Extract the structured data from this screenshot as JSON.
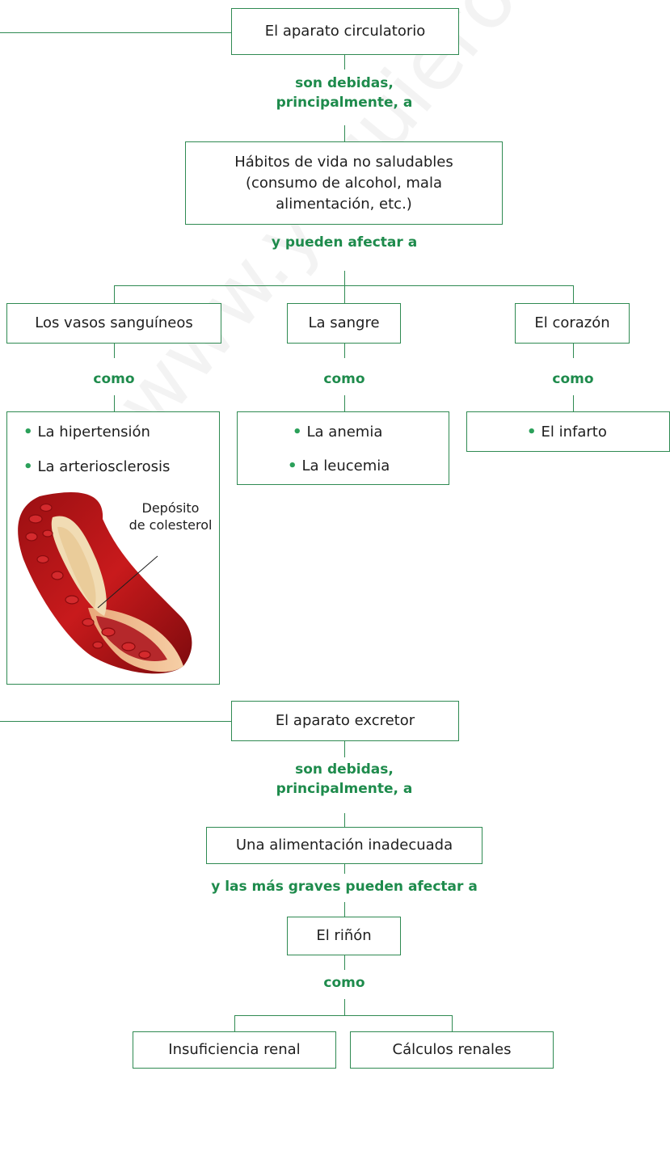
{
  "circulatorio": {
    "title": "El aparato circulatorio",
    "connector_causes": "son debidas,\nprincipalmente, a",
    "cause": "Hábitos de vida no saludables\n(consumo de alcohol, mala\nalimentación, etc.)",
    "connector_affect": "y pueden afectar a",
    "organs": [
      {
        "label": "Los vasos sanguíneos",
        "connector": "como",
        "diseases": [
          "La hipertensión",
          "La arteriosclerosis"
        ]
      },
      {
        "label": "La sangre",
        "connector": "como",
        "diseases": [
          "La anemia",
          "La leucemia"
        ]
      },
      {
        "label": "El corazón",
        "connector": "como",
        "diseases": [
          "El infarto"
        ]
      }
    ],
    "illustration_label": "Depósito\nde colesterol"
  },
  "excretor": {
    "title": "El aparato excretor",
    "connector_causes": "son debidas,\nprincipalmente, a",
    "cause": "Una alimentación inadecuada",
    "connector_affect": "y las más graves pueden afectar a",
    "organ": "El riñón",
    "connector_como": "como",
    "diseases": [
      "Insuficiencia renal",
      "Cálculos renales"
    ]
  },
  "watermark": "www.yoquieroaprobar.es",
  "colors": {
    "accent": "#1e8b4c",
    "border": "#2f8a52",
    "bullet": "#2ba05a"
  }
}
